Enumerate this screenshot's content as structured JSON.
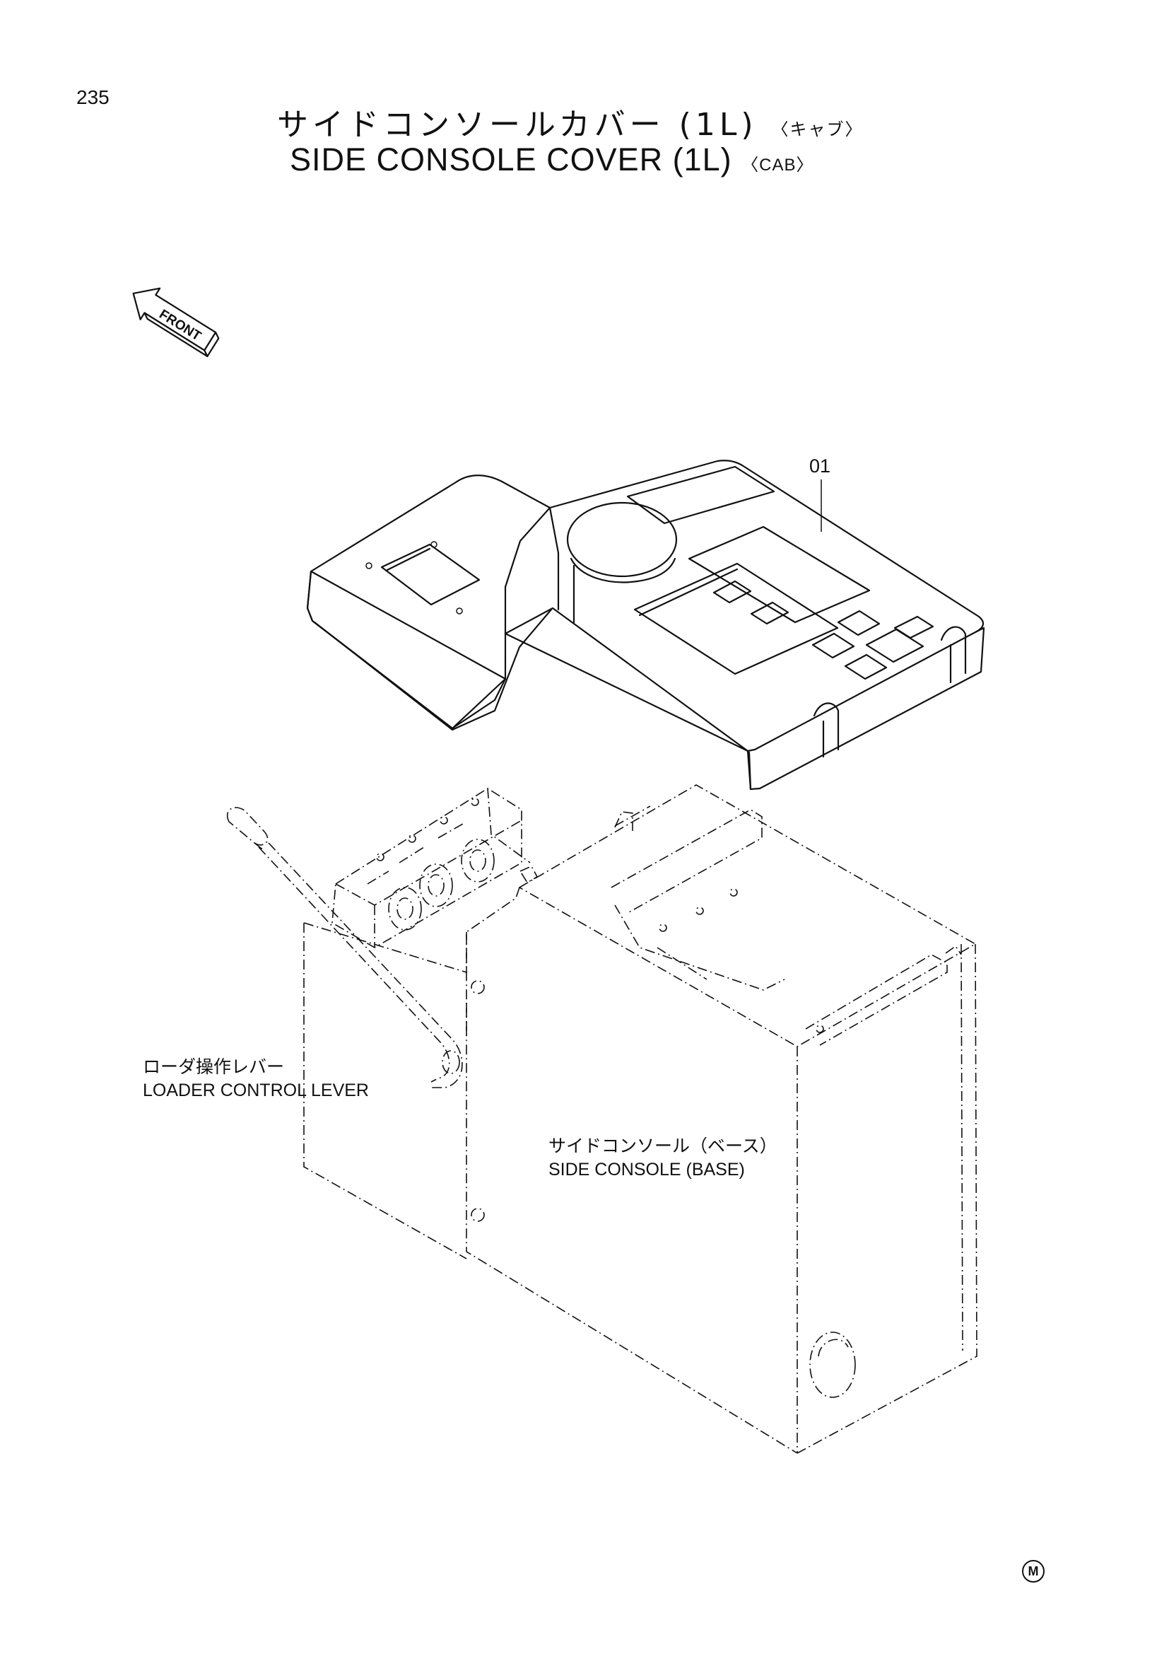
{
  "page_number": "235",
  "title": {
    "jp_main": "サイドコンソールカバー (1L)",
    "jp_qualifier": "〈キャブ〉",
    "en_main": "SIDE CONSOLE COVER (1L)",
    "en_qualifier": "〈CAB〉"
  },
  "front_indicator": "FRONT",
  "callouts": {
    "part_01": "01"
  },
  "labels": {
    "loader_lever_jp": "ローダ操作レバー",
    "loader_lever_en": "LOADER CONTROL LEVER",
    "console_base_jp": "サイドコンソール（ベース）",
    "console_base_en": "SIDE CONSOLE (BASE)"
  },
  "corner_mark": "M"
}
